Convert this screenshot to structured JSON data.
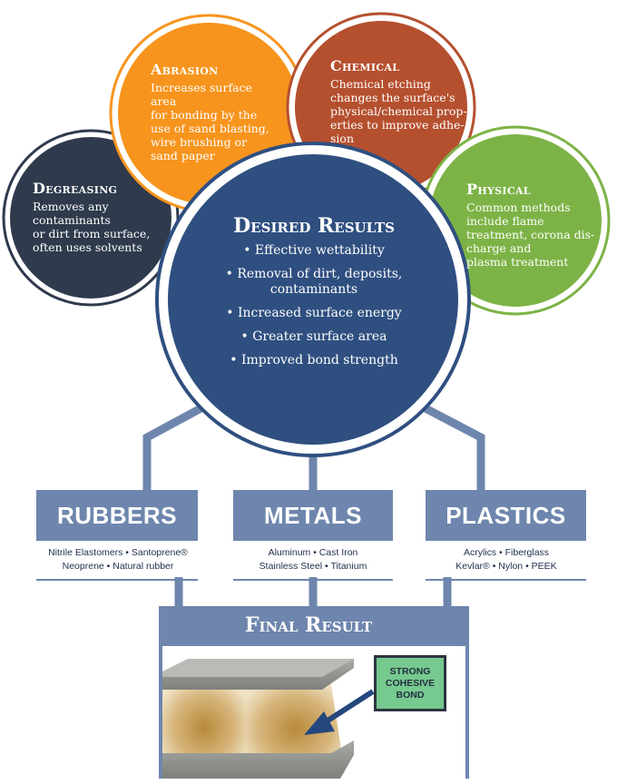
{
  "circles": {
    "abrasion": {
      "title": "Abrasion",
      "lines": [
        "Increases surface area",
        "for bonding by the",
        "use of sand blasting,",
        "wire brushing or",
        "sand paper"
      ]
    },
    "chemical": {
      "title": "Chemical",
      "lines": [
        "Chemical etching",
        "changes the surface's",
        "physical/chemical prop-",
        "erties to improve adhe-",
        "sion"
      ]
    },
    "degreasing": {
      "title": "Degreasing",
      "lines": [
        "Removes any",
        "contaminants",
        "or dirt from surface,",
        "often uses solvents"
      ]
    },
    "physical": {
      "title": "Physical",
      "lines": [
        "Common methods",
        "include flame",
        "treatment, corona dis-",
        "charge and",
        "plasma treatment"
      ]
    }
  },
  "desired": {
    "title": "Desired Results",
    "items": [
      "• Effective wettability",
      "• Removal of dirt, deposits,",
      "contaminants",
      "• Increased surface energy",
      "• Greater surface area",
      "• Improved bond strength"
    ]
  },
  "categories": [
    {
      "label": "RUBBERS",
      "line1": "Nitrile Elastomers • Santoprene®",
      "line2": "Neoprene • Natural rubber"
    },
    {
      "label": "METALS",
      "line1": "Aluminum • Cast Iron",
      "line2": "Stainless Steel • Titanium"
    },
    {
      "label": "PLASTICS",
      "line1": "Acrylics • Fiberglass",
      "line2": "Kevlar® • Nylon • PEEK"
    }
  ],
  "final": {
    "title": "Final Result",
    "bond_lines": [
      "STRONG",
      "COHESIVE",
      "BOND"
    ]
  },
  "colors": {
    "abrasion": "#f7941d",
    "chemical": "#b5502f",
    "degreasing": "#2f3a4c",
    "physical": "#7db346",
    "desired": "#2f4f80",
    "category": "#6e86ad",
    "bond": "#76c98f"
  }
}
